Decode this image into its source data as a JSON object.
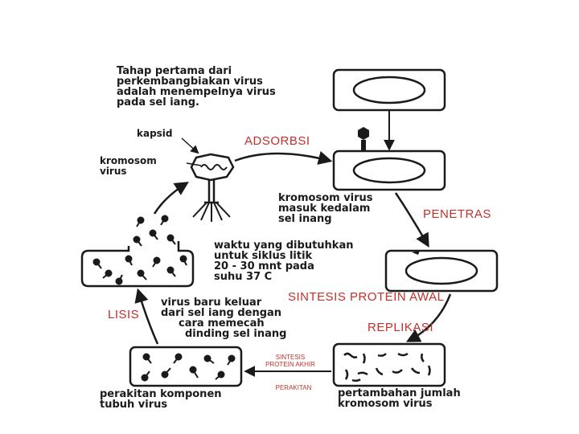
{
  "intro": {
    "lines": [
      "Tahap pertama dari",
      "perkembangbiakan virus",
      "adalah menempelnya virus",
      "pada sel iang."
    ]
  },
  "phage_labels": {
    "kapsid": "kapsid",
    "kromosom_lines": [
      "kromosom",
      "virus"
    ]
  },
  "stages": {
    "adsorbsi": "ADSORBSI",
    "penetras": "PENETRAS",
    "sintesis_awal": "SINTESIS PROTEIN AWAL",
    "replikasi": "REPLIKASI",
    "lisis": "LISIS",
    "sintesis_akhir_lines": [
      "SINTESIS",
      "PROTEIN AKHIR"
    ],
    "perakitan": "PERAKITAN"
  },
  "notes": {
    "kromosom_masuk": [
      "kromosom virus",
      "masuk kedalam",
      "sel inang"
    ],
    "waktu": [
      "waktu yang dibutuhkan",
      "untuk siklus litik",
      "20 - 30 mnt pada",
      "suhu 37 C"
    ],
    "virus_baru": [
      "virus baru keluar",
      "dari sel iang dengan",
      "cara memecah",
      "dinding sel inang"
    ],
    "perakitan_komponen": [
      "perakitan komponen",
      "tubuh virus"
    ],
    "pertambahan": [
      "pertambahan jumlah",
      "kromosom virus"
    ]
  },
  "colors": {
    "ink": "#1a1a1a",
    "accent": "#c0312b",
    "background": "#ffffff"
  }
}
